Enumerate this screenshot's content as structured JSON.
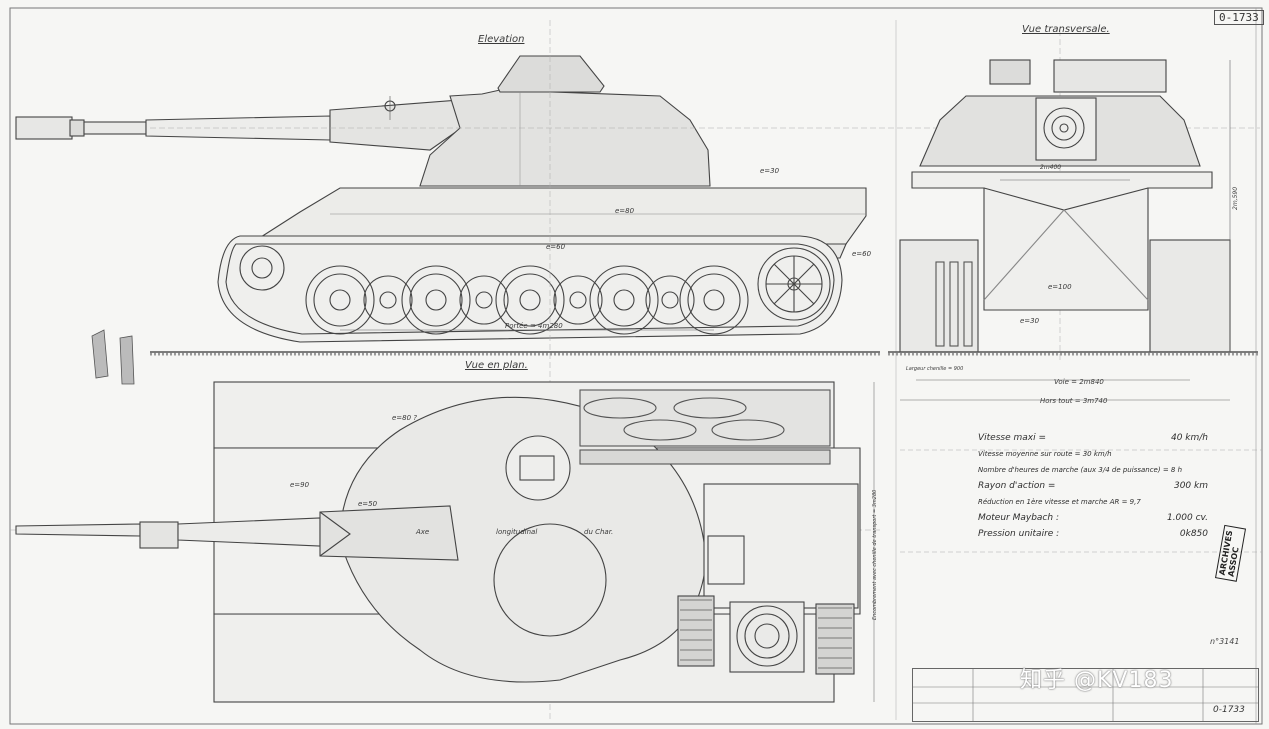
{
  "drawing": {
    "number": "0-1733",
    "ref_number": "n°3141",
    "stamp": "ARCHIVES ASSOC",
    "watermark": "知乎 @KV183",
    "titleblock_number": "0-1733"
  },
  "views": {
    "elevation": "Elevation",
    "plan": "Vue en plan.",
    "transverse": "Vue transversale."
  },
  "annotations": {
    "e30_roof": "e=30",
    "e80_hull": "e=80",
    "e60_side": "e=60",
    "e60_front": "e=60",
    "portee": "Portée = 4m280",
    "e100": "e=100",
    "e30_bottom": "e=30",
    "e80_plan": "e=80 ?",
    "e90_plan": "e=90",
    "e50_plan": "e=50",
    "axe_label": "Axe",
    "longitudinal": "longitudinal",
    "du_char": "du Char.",
    "voie": "Voie = 2m840",
    "hors_tout": "Hors tout = 3m740",
    "largeur_chenille": "Largeur chenille = 900",
    "width_top": "2m400",
    "height_right": "2m,590",
    "side_note": "Encombrement avec chenille de transport = 3m280"
  },
  "specs": [
    {
      "label": "Vitesse maxi =",
      "value": "40 km/h"
    },
    {
      "label": "Vitesse moyenne sur route = 30 km/h",
      "value": ""
    },
    {
      "label": "Nombre d'heures de marche (aux 3/4 de puissance) = 8 h",
      "value": ""
    },
    {
      "label": "Rayon d'action =",
      "value": "300 km"
    },
    {
      "label": "Réduction en 1ère vitesse et marche AR = 9,7",
      "value": ""
    },
    {
      "label": "Moteur Maybach :",
      "value": "1.000 cv."
    },
    {
      "label": "Pression unitaire :",
      "value": "0k850"
    }
  ],
  "colors": {
    "line": "#444444",
    "paper": "#f6f6f4",
    "hatch": "#6a6a6a"
  }
}
